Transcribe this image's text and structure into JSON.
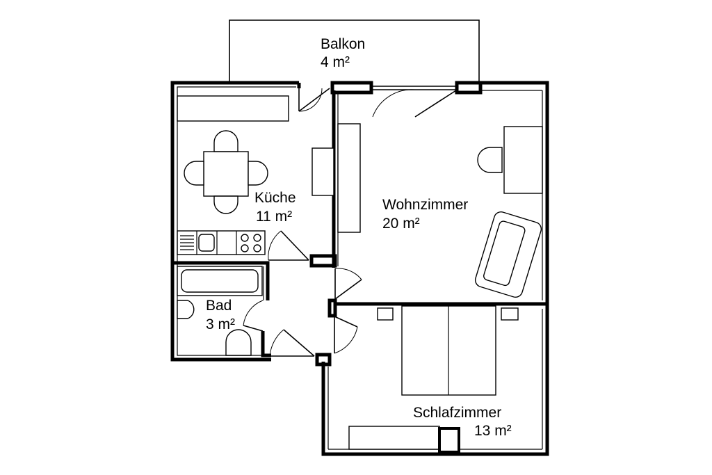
{
  "colors": {
    "line": "#000000",
    "background": "#ffffff"
  },
  "rooms": {
    "balkon": {
      "name": "Balkon",
      "area": "4 m²"
    },
    "kueche": {
      "name": "Küche",
      "area": "11 m²"
    },
    "wohnzimmer": {
      "name": "Wohnzimmer",
      "area": "20 m²"
    },
    "bad": {
      "name": "Bad",
      "area": "3 m²"
    },
    "schlafzimmer": {
      "name": "Schlafzimmer",
      "area": "13 m²"
    }
  }
}
